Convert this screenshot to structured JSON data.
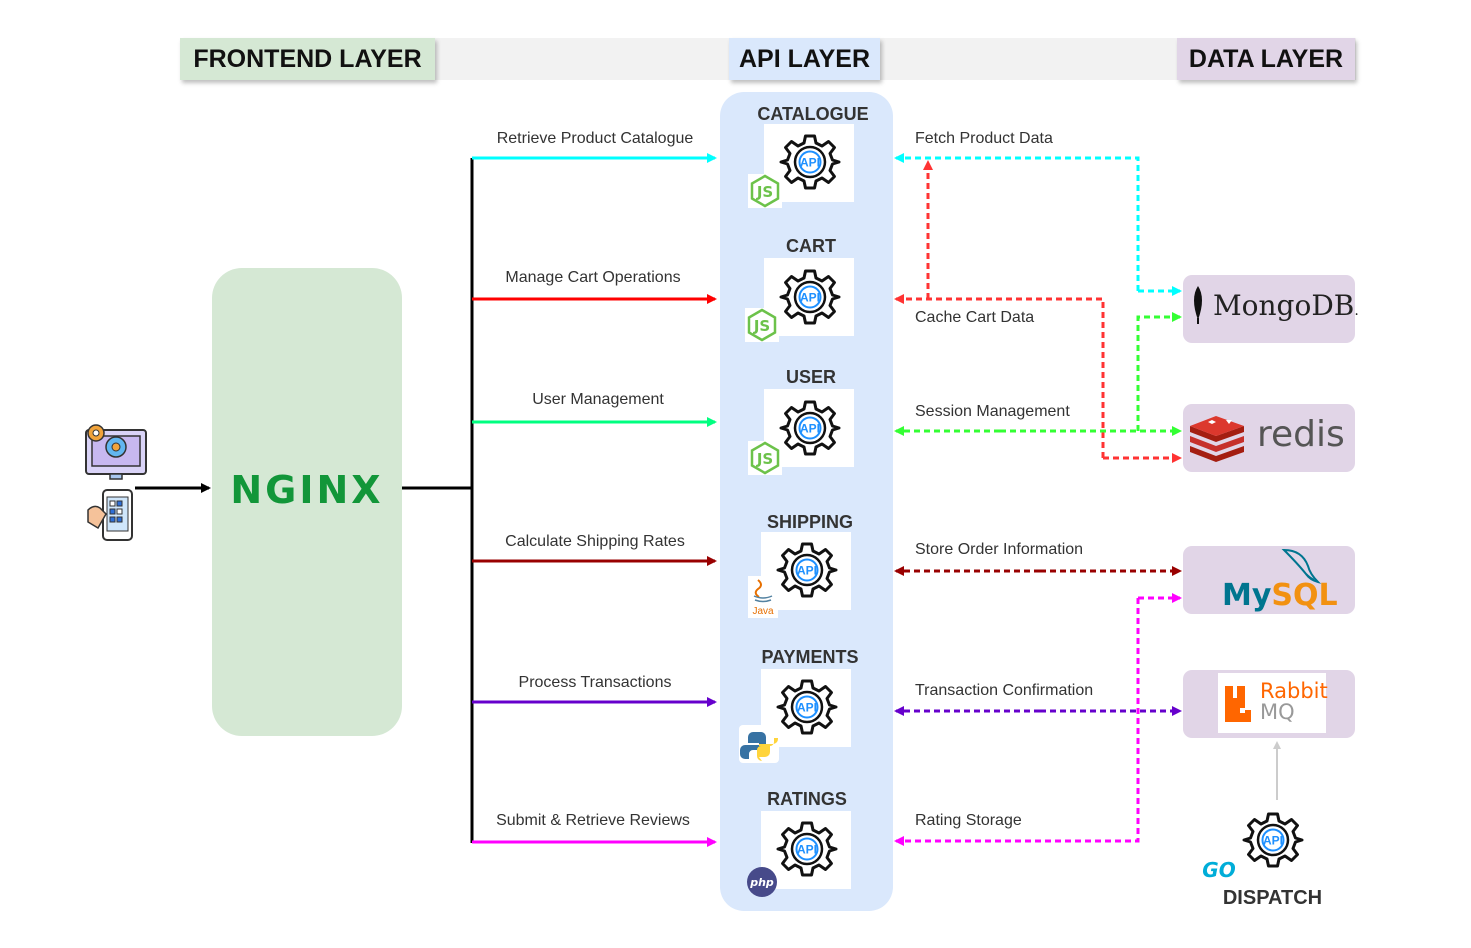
{
  "headers": {
    "frontend": "FRONTEND LAYER",
    "api": "API LAYER",
    "data": "DATA LAYER"
  },
  "gateway": {
    "logo_text": "NGINX",
    "logo_color": "#129639"
  },
  "services": [
    {
      "id": "catalogue",
      "title": "CATALOGUE",
      "runtime_icon": "nodejs-icon",
      "request_label": "Retrieve Product Catalogue",
      "request_color": "#00ffff",
      "data_label": "Fetch Product Data"
    },
    {
      "id": "cart",
      "title": "CART",
      "runtime_icon": "nodejs-icon",
      "request_label": "Manage Cart Operations",
      "request_color": "#ff0000",
      "data_label": "Cache Cart Data"
    },
    {
      "id": "user",
      "title": "USER",
      "runtime_icon": "nodejs-icon",
      "request_label": "User Management",
      "request_color": "#00ff80",
      "data_label": "Session Management"
    },
    {
      "id": "shipping",
      "title": "SHIPPING",
      "runtime_icon": "java-icon",
      "runtime_text": "Java",
      "request_label": "Calculate Shipping Rates",
      "request_color": "#990000",
      "data_label": "Store Order Information"
    },
    {
      "id": "payments",
      "title": "PAYMENTS",
      "runtime_icon": "python-icon",
      "request_label": "Process Transactions",
      "request_color": "#6600cc",
      "data_label": "Transaction Confirmation"
    },
    {
      "id": "ratings",
      "title": "RATINGS",
      "runtime_icon": "php-icon",
      "runtime_text": "php",
      "request_label": "Submit & Retrieve Reviews",
      "request_color": "#ff00ff",
      "data_label": "Rating Storage"
    }
  ],
  "api_badge_text": "API",
  "data_stores": {
    "mongodb": {
      "text": "MongoDB",
      "mark": "."
    },
    "redis": {
      "text": "redis"
    },
    "mysql": {
      "text_my": "My",
      "text_sql": "SQL"
    },
    "rabbitmq": {
      "text_rabbit": "Rabbit",
      "text_mq": "MQ"
    }
  },
  "dispatch": {
    "title": "DISPATCH",
    "runtime_text": "GO"
  },
  "colors": {
    "frontend": "#d5e8d4",
    "api": "#dae8fc",
    "data": "#e1d5e7",
    "fetch_product_data": "#00ffff",
    "cache_cart_data": "#ff3333",
    "session_management": "#33ff33",
    "store_order_information": "#990000",
    "transaction_confirmation": "#6600cc",
    "rating_storage": "#ff00ff"
  },
  "icons": [
    "desktop-settings-icon",
    "mobile-touch-icon",
    "gear-api-icon",
    "mongodb-leaf-icon",
    "redis-stack-icon",
    "mysql-dolphin-icon",
    "rabbitmq-icon",
    "go-icon"
  ]
}
